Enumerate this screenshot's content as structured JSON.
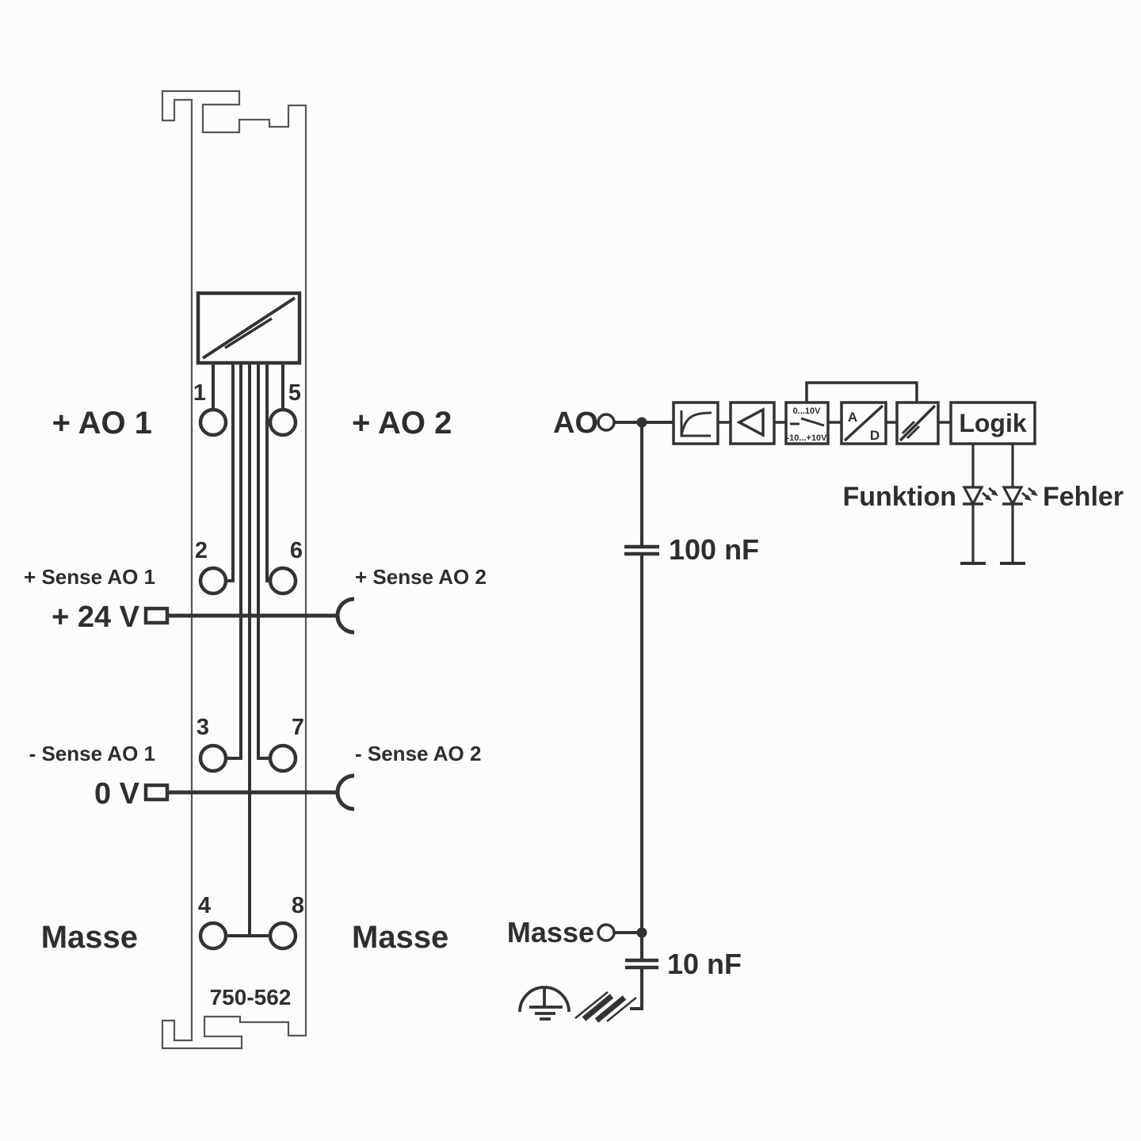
{
  "colors": {
    "background": "#fcfcfc",
    "line": "#333333",
    "module_outline": "#565656",
    "text": "#2e2e2e"
  },
  "module": {
    "part_number": "750-562",
    "terminals": {
      "t1": "1",
      "t2": "2",
      "t3": "3",
      "t4": "4",
      "t5": "5",
      "t6": "6",
      "t7": "7",
      "t8": "8"
    },
    "labels": {
      "ao1": "+ AO 1",
      "ao2": "+ AO 2",
      "sense_plus_1": "+ Sense AO 1",
      "sense_plus_2": "+ Sense AO 2",
      "supply_plus": "+ 24 V",
      "supply_zero": "0 V",
      "sense_minus_1": "- Sense AO 1",
      "sense_minus_2": "- Sense AO 2",
      "ground_left": "Masse",
      "ground_right": "Masse"
    }
  },
  "schematic": {
    "output_label": "AO",
    "ground_label": "Masse",
    "capacitor_1": "100 nF",
    "capacitor_2": "10 nF",
    "range_switch_top": "0...10V",
    "range_switch_bottom": "-10...+10V",
    "adc_letter_a": "A",
    "adc_letter_d": "D",
    "logic_label": "Logik",
    "led_function_label": "Funktion",
    "led_error_label": "Fehler"
  }
}
